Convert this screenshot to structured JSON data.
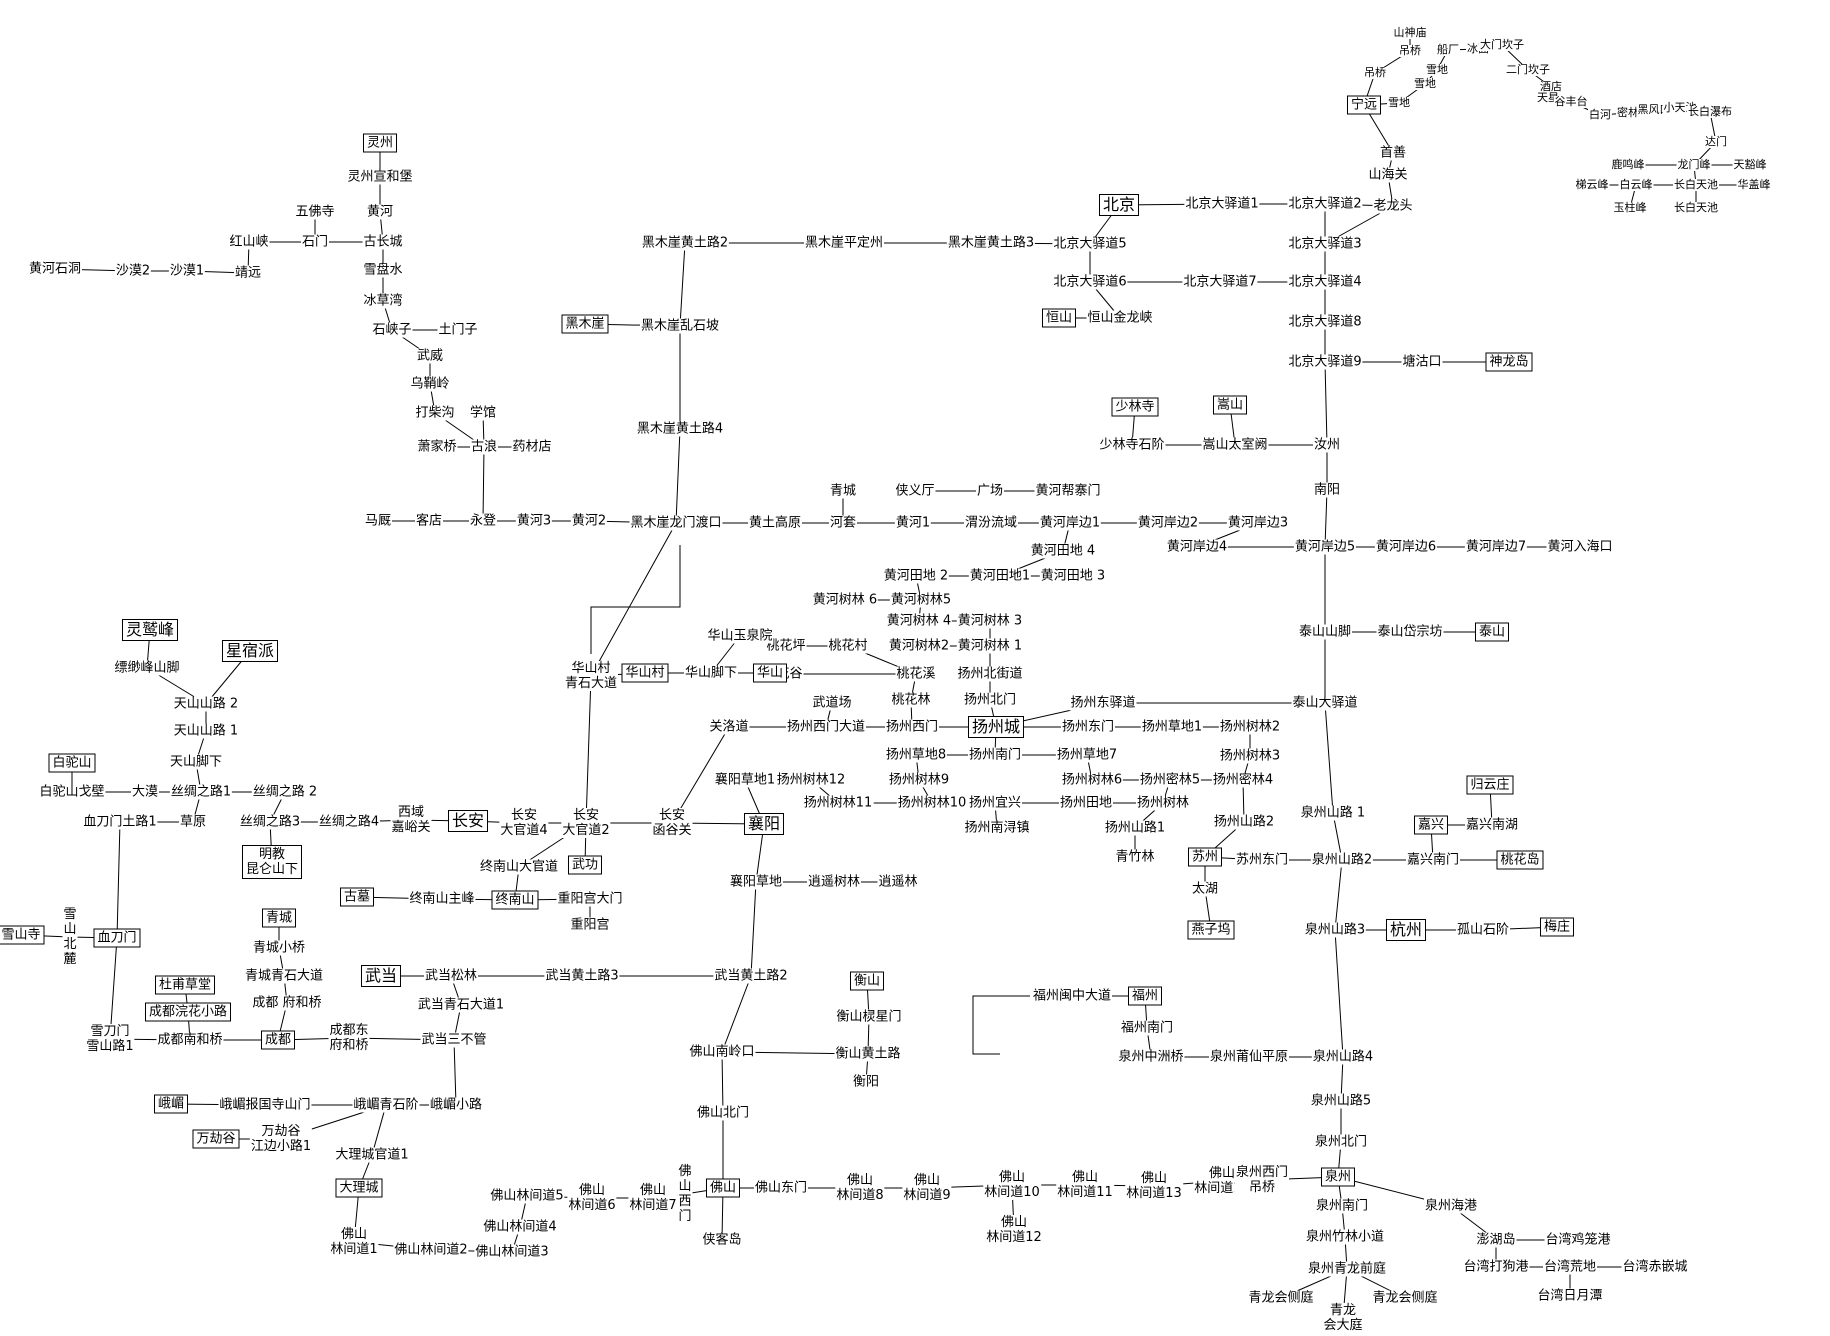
{
  "nodes": {
    "lingzhou": "灵州",
    "lingzhou_xuanhe": "灵州宣和堡",
    "wufo_si": "五佛寺",
    "huanghe_n": "黄河",
    "hongshan_xia": "红山峡",
    "shimen": "石门",
    "gu_changcheng": "古长城",
    "xuepan_shui": "雪盘水",
    "bingcao_wan": "冰草湾",
    "shixiazi": "石峡子",
    "tumenzi": "土门子",
    "wuwei": "武威",
    "wushao_ling": "乌鞘岭",
    "dachaigou": "打柴沟",
    "xueguan": "学馆",
    "xiaojia_qiao": "萧家桥",
    "gulang": "古浪",
    "yaocai_dian": "药材店",
    "huanghe_shidong": "黄河石洞",
    "shamo2": "沙漠2",
    "shamo1": "沙漠1",
    "jingyuan": "靖远",
    "majiu": "马厩",
    "kedian": "客店",
    "yongdeng": "永登",
    "huanghe3": "黄河3",
    "huanghe2": "黄河2",
    "hmy_longmen": "黑木崖龙门渡口",
    "huangtu_gaoyuan": "黄土高原",
    "hetao": "河套",
    "qingcheng_n": "青城",
    "huanghe1": "黄河1",
    "xiayi_ting": "侠义厅",
    "guangchang": "广场",
    "huanghe_bangsai": "黄河帮寨门",
    "weifen_liuyu": "渭汾流域",
    "hhab1": "黄河岸边1",
    "hhab2": "黄河岸边2",
    "hhab3": "黄河岸边3",
    "hhab4": "黄河岸边4",
    "hhab5": "黄河岸边5",
    "hhab6": "黄河岸边6",
    "hhab7": "黄河岸边7",
    "huanghe_haikou": "黄河入海口",
    "hmy_htl2": "黑木崖黄土路2",
    "hmy_pingding": "黑木崖平定州",
    "hmy_htl3": "黑木崖黄土路3",
    "heimuya": "黑木崖",
    "hmy_luanshipo": "黑木崖乱石坡",
    "hmy_htl4": "黑木崖黄土路4",
    "beijing": "北京",
    "bj_yd1": "北京大驿道1",
    "bj_yd2": "北京大驿道2",
    "bj_yd3": "北京大驿道3",
    "bj_yd4": "北京大驿道4",
    "bj_yd5": "北京大驿道5",
    "bj_yd6": "北京大驿道6",
    "bj_yd7": "北京大驿道7",
    "bj_yd8": "北京大驿道8",
    "bj_yd9": "北京大驿道9",
    "hengshan_n": "恒山",
    "hengshan_jinlong": "恒山金龙峡",
    "tanggu_kou": "塘沽口",
    "shenlong_dao": "神龙岛",
    "laolong_tou": "老龙头",
    "shanhai_guan": "山海关",
    "shoushan": "首善",
    "ningyuan": "宁远",
    "shanshen_miao": "山神庙",
    "diaoqiao1": "吊桥",
    "diaoqiao2": "吊桥",
    "xuedi1": "雪地",
    "xuedi2": "雪地",
    "xuedi3": "雪地",
    "chuanchang": "船厂",
    "bingmian": "冰面",
    "damen_kanzi": "大门坎子",
    "ermen_kanzi": "二门坎子",
    "jiudian": "酒店",
    "tianxing": "天星",
    "gutai": "谷丰台",
    "baiyan": "白河",
    "maozhu": "密林",
    "heifeng_kou": "黑风口",
    "xiaotianchi": "小天池",
    "changbai": "长白瀑布",
    "damen": "达门",
    "luming_feng": "鹿鸣峰",
    "longmen_feng": "龙门峰",
    "tianhao_feng": "天豁峰",
    "tiyun_feng": "梯云峰",
    "baiyun_feng": "白云峰",
    "changbai_tianchi": "长白天池",
    "huagai_feng": "华盖峰",
    "yuzhu_feng": "玉柱峰",
    "changbai_tianchi2": "长白天池",
    "shaolin_si": "少林寺",
    "shaolin_shijie": "少林寺石阶",
    "songshan": "嵩山",
    "songshan_taishi": "嵩山太室阙",
    "ruzhou": "汝州",
    "nanyang": "南阳",
    "hhtd4": "黄河田地 4",
    "hhtd2": "黄河田地 2",
    "hhtd1": "黄河田地1",
    "hhtd3": "黄河田地 3",
    "hhsl6": "黄河树林 6",
    "hhsl5": "黄河树林5",
    "hhsl4": "黄河树林 4",
    "hhsl3": "黄河树林 3",
    "hhsl2": "黄河树林2",
    "hhsl1": "黄河树林 1",
    "yz_beijie": "扬州北街道",
    "yz_beimen": "扬州北门",
    "taihua_ping": "桃花坪",
    "taohua_cun": "桃花村",
    "taohua_gu": "桃花谷",
    "taohua_xi": "桃花溪",
    "taohua_lin": "桃花林",
    "wudao_chang": "武道场",
    "huashan_yunv": "华山玉泉院",
    "huashan_cun": "华山村",
    "huashan_jiao": "华山脚下",
    "huashan": "华山",
    "huashan_cun2": "华山村\n青石大道",
    "taishan_jiao": "泰山山脚",
    "taishan_daizong": "泰山岱宗坊",
    "taishan": "泰山",
    "taishan_yidao": "泰山大驿道",
    "guanluo_dao": "关洛道",
    "yz_ximen_dadao": "扬州西门大道",
    "yz_ximen": "扬州西门",
    "yangzhou": "扬州城",
    "yz_dongmen": "扬州东门",
    "yz_dongyi": "扬州东驿道",
    "yz_cd1": "扬州草地1",
    "yz_sl2": "扬州树林2",
    "yz_sl3": "扬州树林3",
    "yz_cd8": "扬州草地8",
    "yz_nanmen": "扬州南门",
    "yz_cd7": "扬州草地7",
    "yz_sl9": "扬州树林9",
    "yz_sl6": "扬州树林6",
    "yz_ml5": "扬州密林5",
    "yz_ml4": "扬州密林4",
    "yz_sl10": "扬州树林10",
    "yz_sl11": "扬州树林11",
    "yz_sl12": "扬州树林12",
    "yz_yixing": "扬州宜兴",
    "yz_tiandi": "扬州田地",
    "yz_shulin": "扬州树林",
    "yz_shanlu2": "扬州山路2",
    "yz_nanxun": "扬州南浔镇",
    "yz_shanlu1": "扬州山路1",
    "qing_zhulin": "青竹林",
    "xiangyang_cd1": "襄阳草地1",
    "xiangyang": "襄阳",
    "xiangyang_cd": "襄阳草地",
    "xiaoyao_sl": "逍遥树林",
    "xiaoyao_lin": "逍遥林",
    "lingjiu_feng": "灵鹫峰",
    "piaomiao": "缥缈峰山脚",
    "xingsu_pai": "星宿派",
    "tianshan_lu2": "天山山路 2",
    "tianshan_lu1": "天山山路 1",
    "tianshan_jiao": "天山脚下",
    "baituo_shan": "白驼山",
    "baituo_gebi": "白驼山戈壁",
    "damo": "大漠",
    "sczl1": "丝绸之路1",
    "sczl2": "丝绸之路 2",
    "sczl3": "丝绸之路3",
    "sczl4": "丝绸之路4",
    "xuedaomen_tl1": "血刀门土路1",
    "caoyuan": "草原",
    "mingjiao": "明教\n昆仑山下",
    "xicheng_jiayu": "西域\n嘉峪关",
    "changan": "长安",
    "changan_dgd4": "长安\n大官道4",
    "changan_dgd2": "长安\n大官道2",
    "changan_hangu": "长安\n函谷关",
    "zhongnan_dgd": "终南山大官道",
    "wugong": "武功",
    "gumu": "古墓",
    "zhongnan_zhufeng": "终南山主峰",
    "zhongnanshan": "终南山",
    "chongyang_damen": "重阳宫大门",
    "chongyang": "重阳宫",
    "xueshan_si": "雪山寺",
    "xueshan_beilu": "雪\n山\n北\n麓",
    "xuedaomen": "血刀门",
    "qingcheng": "青城",
    "qingcheng_xiaoqiao": "青城小桥",
    "qingcheng_dadao": "青城青石大道",
    "chengdu_fuhe": "成都 府和桥",
    "dufu_caotang": "杜甫草堂",
    "chengdu_huanhua": "成都浣花小路",
    "xuedaomen_xs": "雪刀门\n雪山路1",
    "chengdu_nanhe": "成都南和桥",
    "chengdu": "成都",
    "chengdu_dongfu": "成都东\n府和桥",
    "wudang": "武当",
    "wudang_songlin": "武当松林",
    "wudang_htl3": "武当黄土路3",
    "wudang_htl2": "武当黄土路2",
    "wudang_qingshi": "武当青石大道1",
    "wudang_sanbuguan": "武当三不管",
    "emei": "峨嵋",
    "emei_baoguo": "峨嵋报国寺山门",
    "emei_qingshi": "峨嵋青石阶",
    "emei_xiaolu": "峨嵋小路",
    "wanjie_gu": "万劫谷",
    "wanjie_jiangbian": "万劫谷\n江边小路1",
    "dali_gd1": "大理城官道1",
    "dali": "大理城",
    "fs_ljd1": "佛山\n林间道1",
    "fs_ljd2": "佛山林间道2",
    "fs_ljd3": "佛山林间道3",
    "fs_ljd4": "佛山林间道4",
    "fs_ljd5": "佛山林间道5",
    "fs_ljd6": "佛山\n林间道6",
    "fs_ljd7": "佛山\n林间道7",
    "fs_ximen": "佛\n山\n西\n门",
    "foshan": "佛山",
    "fs_dongmen": "佛山东门",
    "fs_ljd8": "佛山\n林间道8",
    "fs_ljd9": "佛山\n林间道9",
    "fs_ljd10": "佛山\n林间道10",
    "fs_ljd11": "佛山\n林间道11",
    "fs_ljd12": "佛山\n林间道12",
    "fs_ljd13": "佛山\n林间道13",
    "fs_ljd14": "佛山\n林间道14",
    "xieke_dao": "侠客岛",
    "fs_beimen": "佛山北门",
    "fs_nanling": "佛山南岭口",
    "hengshan_s": "衡山",
    "hengshan_lingxing": "衡山棂星门",
    "hengshan_htl": "衡山黄土路",
    "hengyang": "衡阳",
    "fz_minzhong": "福州闽中大道",
    "fuzhou": "福州",
    "fz_nanmen": "福州南门",
    "qz_zhongzhou": "泉州中洲桥",
    "qz_putian": "泉州莆仙平原",
    "qz_sl4": "泉州山路4",
    "qz_sl5": "泉州山路5",
    "qz_beimen": "泉州北门",
    "qz_ximen": "泉州西门\n吊桥",
    "quanzhou": "泉州",
    "qz_nanmen": "泉州南门",
    "qz_haigang": "泉州海港",
    "qz_zhulin": "泉州竹林小道",
    "qz_qinglong": "泉州青龙前庭",
    "qinglong_ce1": "青龙会侧庭",
    "qinglong_ce2": "青龙会侧庭",
    "qinglong_da": "青龙\n会大庭",
    "penghu": "澎湖岛",
    "tw_jilong": "台湾鸡笼港",
    "tw_dagou": "台湾打狗港",
    "tw_huangdi": "台湾荒地",
    "tw_chikan": "台湾赤嵌城",
    "tw_riyue": "台湾日月潭",
    "qz_sl1": "泉州山路 1",
    "qz_sl2": "泉州山路2",
    "qz_sl3": "泉州山路3",
    "guiyun": "归云庄",
    "jiaxing": "嘉兴",
    "jiaxing_nanhu": "嘉兴南湖",
    "jiaxing_nanmen": "嘉兴南门",
    "taohua_dao": "桃花岛",
    "suzhou": "苏州",
    "suzhou_dongmen": "苏州东门",
    "taihu": "太湖",
    "yanziwu": "燕子坞",
    "hangzhou": "杭州",
    "gushan_shijie": "孤山石阶",
    "meizhuang": "梅庄"
  }
}
